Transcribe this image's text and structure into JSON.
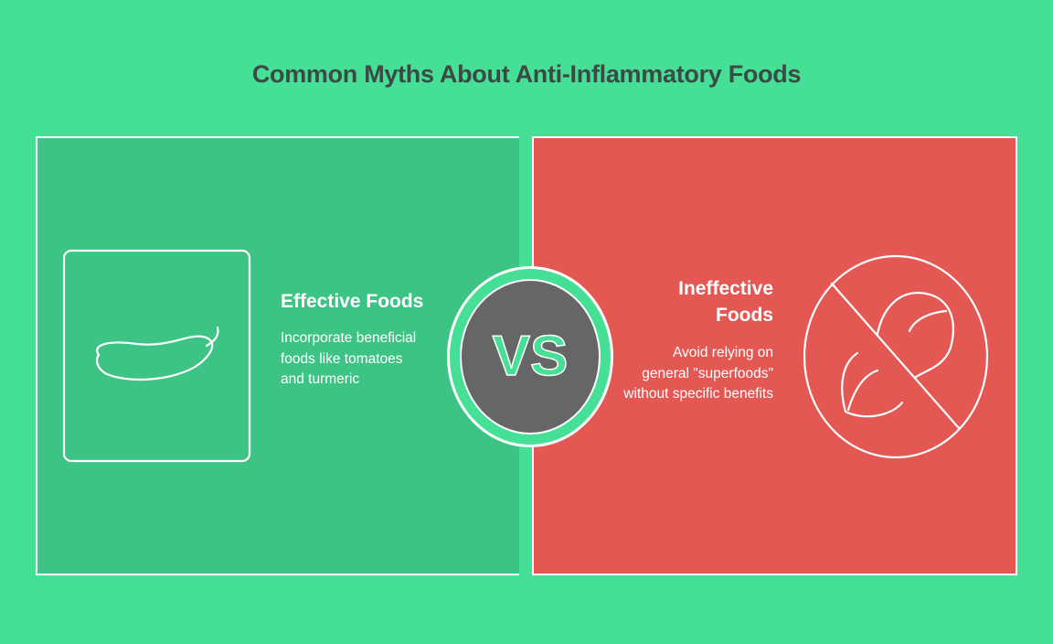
{
  "title": "Common Myths About Anti-Inflammatory Foods",
  "left": {
    "heading": "Effective Foods",
    "text": "Incorporate beneficial foods like tomatoes and turmeric",
    "icon": "chili-pepper-icon"
  },
  "right": {
    "heading": "Ineffective Foods",
    "text": "Avoid relying on general \"superfoods\" without specific benefits",
    "icon": "no-peanut-icon"
  },
  "center": {
    "label": "VS"
  },
  "colors": {
    "background": "#45e096",
    "effective": "#3dc484",
    "ineffective": "#e45854",
    "vs_circle": "#666666"
  }
}
